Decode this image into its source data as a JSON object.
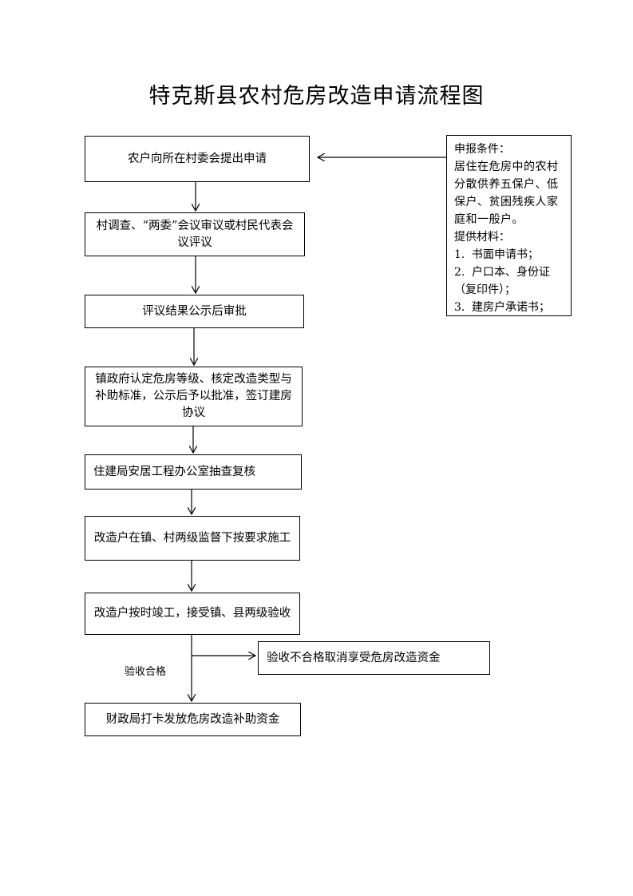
{
  "title": "特克斯县农村危房改造申请流程图",
  "steps": [
    "农户向所在村委会提出申请",
    "村调查、“两委”会议审议或村民代表会议评议",
    "评议结果公示后审批",
    "镇政府认定危房等级、核定改造类型与补助标准，公示后予以批准，签订建房协议",
    "住建局安居工程办公室抽查复核",
    "改造户在镇、村两级监督下按要求施工",
    "改造户按时竣工，接受镇、县两级验收",
    "财政局打卡发放危房改造补助资金"
  ],
  "conditions": {
    "heading": "申报条件：",
    "body": "居住在危房中的农村分散供养五保户、低保户、贫困残疾人家庭和一般户。",
    "materials_heading": "提供材料：",
    "materials": [
      {
        "num": "1.",
        "text": "书面申请书；"
      },
      {
        "num": "2.",
        "text": "户口本、身份证（复印件）；"
      },
      {
        "num": "3.",
        "text": "建房户承诺书；"
      }
    ]
  },
  "branch": {
    "pass_label": "验收合格",
    "fail_text": "验收不合格取消享受危房改造资金"
  }
}
